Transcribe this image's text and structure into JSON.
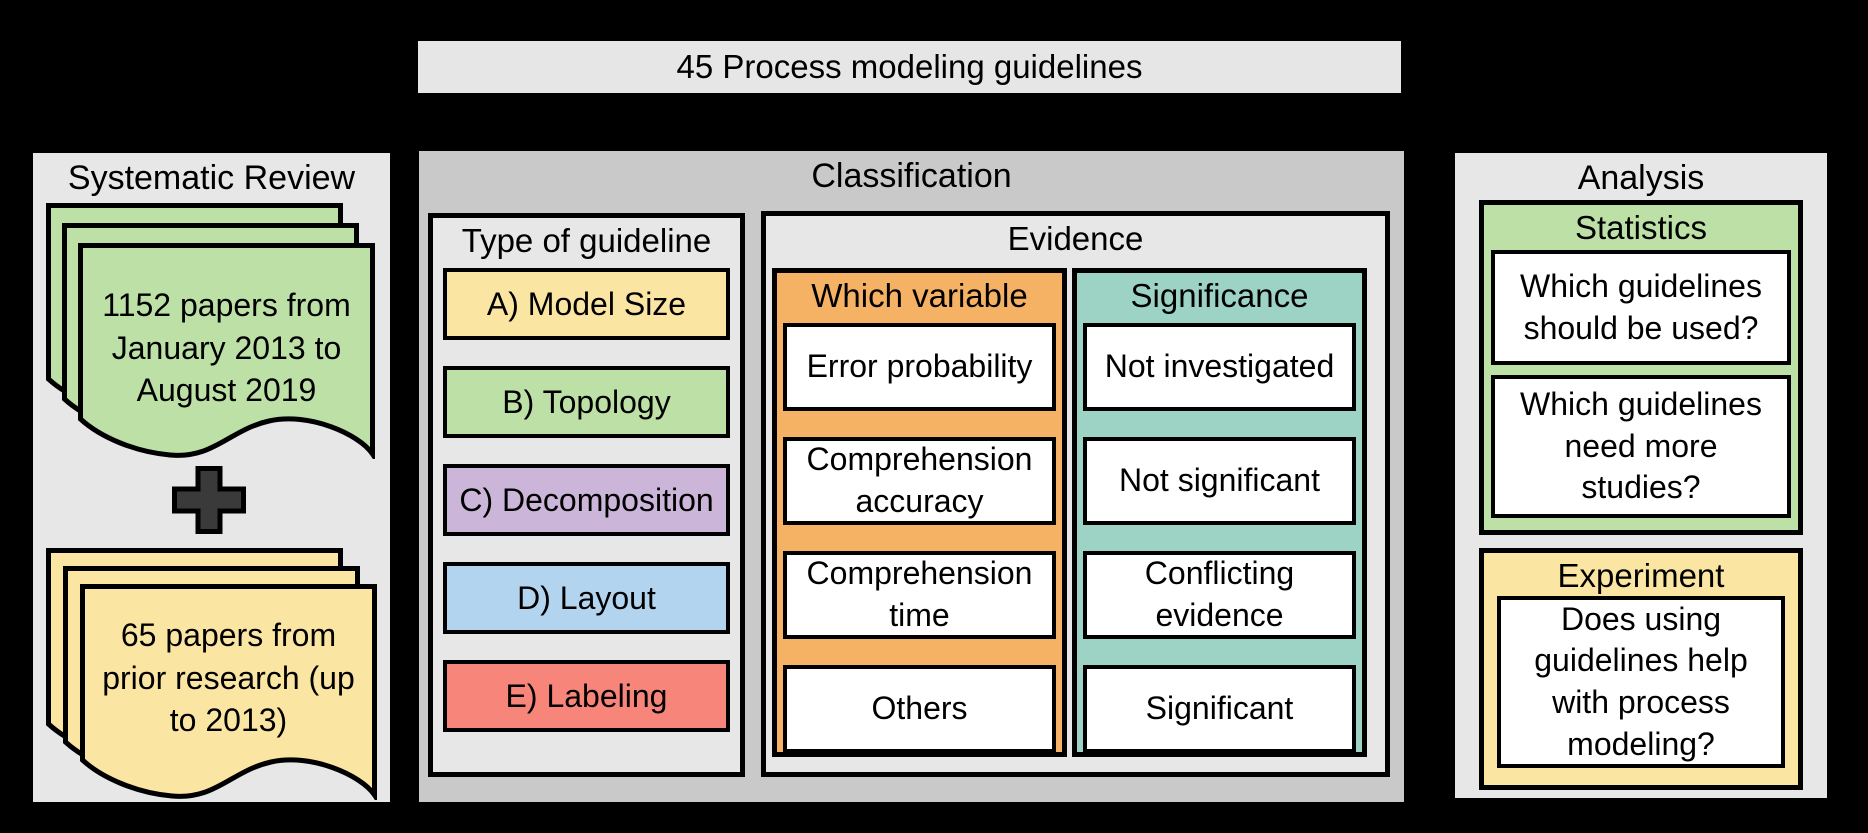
{
  "colors": {
    "background": "#000000",
    "panel-light": "#e7e7e7",
    "panel-mid": "#c9c9c9",
    "banner": "#e6e6e6",
    "yellow": "#fbe5a2",
    "green": "#bce0a6",
    "purple": "#cbb6d9",
    "blue": "#b2d4ef",
    "salmon": "#f8857a",
    "orange": "#f6b264",
    "teal": "#9cd3c5",
    "white": "#ffffff",
    "plus": "#3a3a3a"
  },
  "banner": {
    "label": "45 Process modeling guidelines"
  },
  "systematic_review": {
    "title": "Systematic Review",
    "recent_papers": "1152 papers from\nJanuary 2013 to\nAugust 2019",
    "plus_icon": "plus-icon",
    "prior_papers": "65 papers from\nprior research (up\nto 2013)"
  },
  "classification": {
    "title": "Classification",
    "type_of_guideline": {
      "title": "Type of guideline",
      "items": [
        {
          "label": "A) Model Size",
          "color": "yellow"
        },
        {
          "label": "B) Topology",
          "color": "green"
        },
        {
          "label": "C) Decomposition",
          "color": "purple"
        },
        {
          "label": "D) Layout",
          "color": "blue"
        },
        {
          "label": "E) Labeling",
          "color": "salmon"
        }
      ]
    },
    "evidence": {
      "title": "Evidence",
      "which_variable": {
        "title": "Which variable",
        "items": [
          "Error probability",
          "Comprehension\naccuracy",
          "Comprehension\ntime",
          "Others"
        ]
      },
      "significance": {
        "title": "Significance",
        "items": [
          "Not investigated",
          "Not significant",
          "Conflicting\nevidence",
          "Significant"
        ]
      }
    }
  },
  "analysis": {
    "title": "Analysis",
    "statistics": {
      "title": "Statistics",
      "items": [
        "Which guidelines\nshould be used?",
        "Which guidelines\nneed more\nstudies?"
      ]
    },
    "experiment": {
      "title": "Experiment",
      "items": [
        "Does using\nguidelines help\nwith process\nmodeling?"
      ]
    }
  }
}
